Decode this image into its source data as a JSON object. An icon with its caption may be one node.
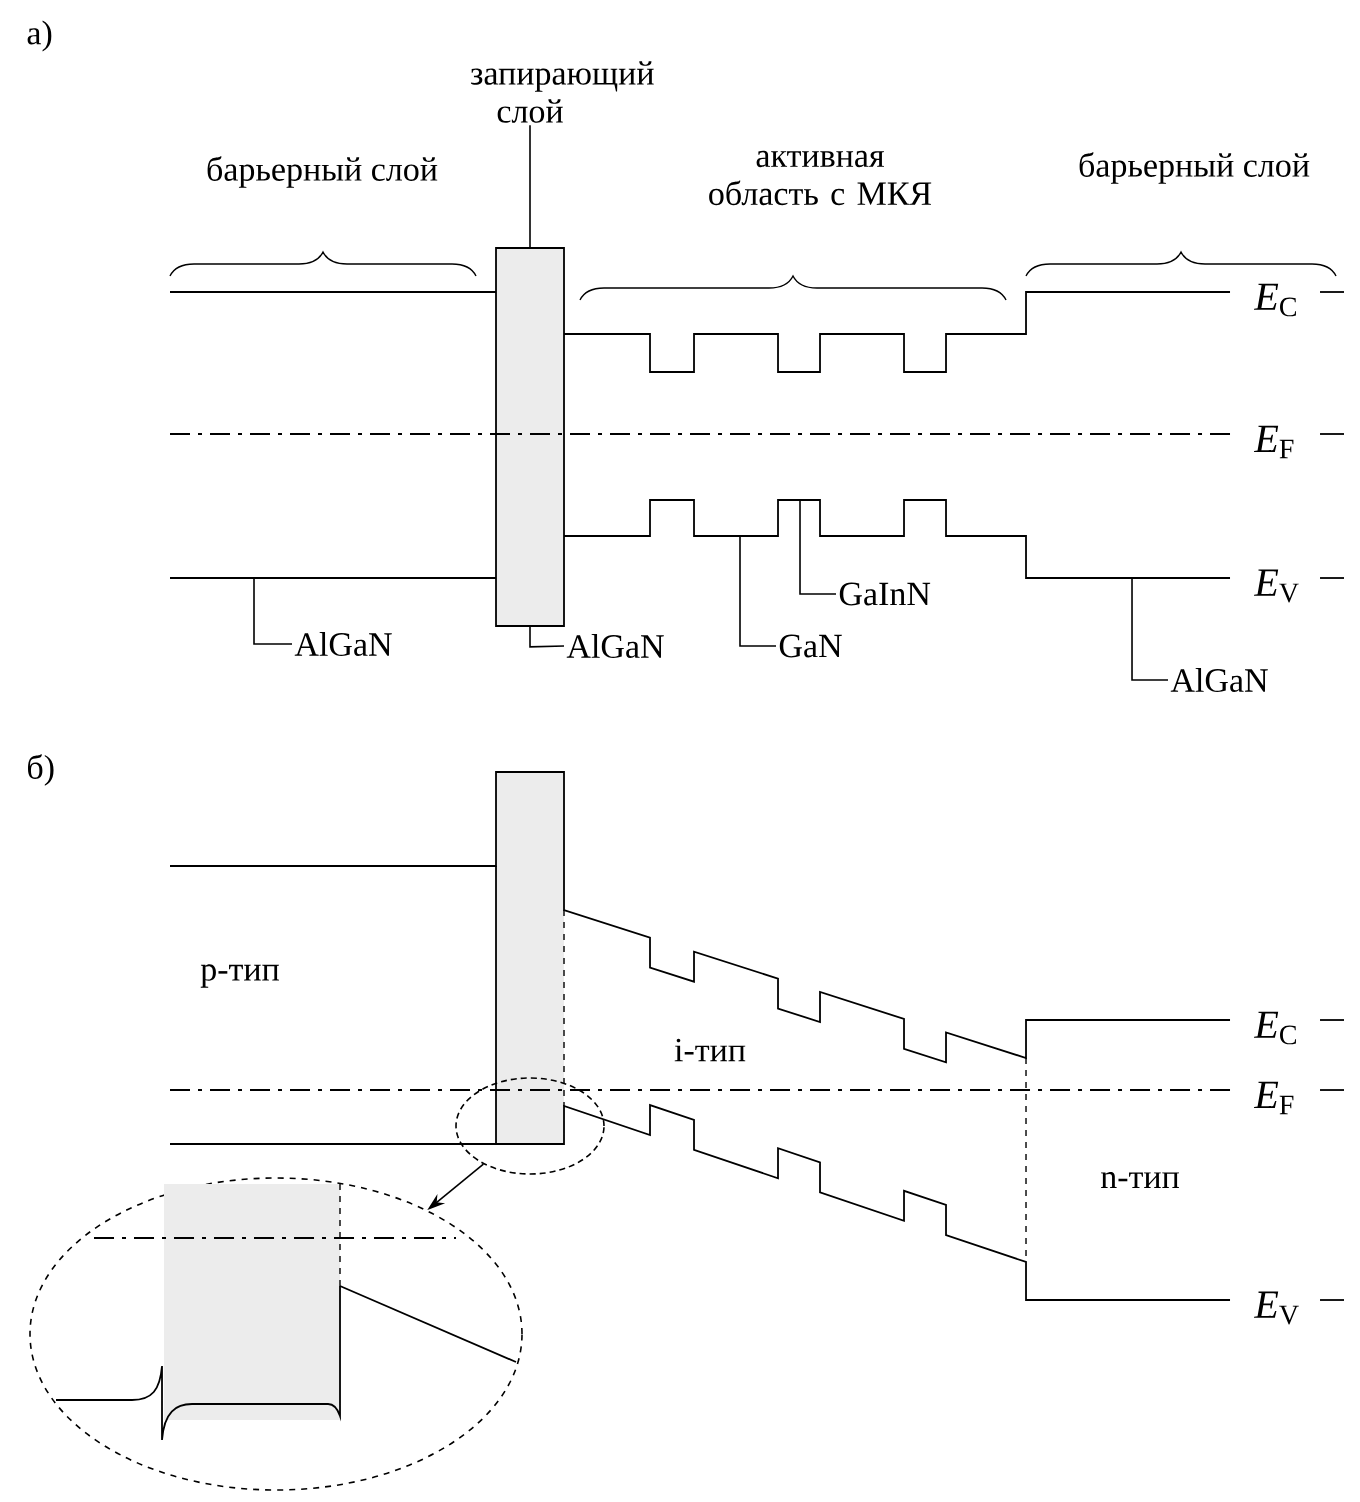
{
  "diagram": {
    "nodes": [
      {
        "text": [
          "запирающий слой"
        ]
      },
      {
        "text": [
          "AlGaN"
        ]
      },
      {
        "text": [
          "AlGaN"
        ]
      },
      {
        "text": [
          "GaInN"
        ]
      },
      {
        "text": [
          "GaN"
        ]
      },
      {
        "text": [
          "AlGaN"
        ]
      },
      {
        "text": [],
        "shape": "ellipse"
      },
      {
        "text": [],
        "shape": "ellipse"
      },
      {
        "text": [],
        "shape": "box"
      }
    ],
    "edges": [
      {
        "from": 0,
        "to": 8,
        "arrow": "none"
      },
      {
        "from": 1,
        "to": null,
        "arrow": "none"
      },
      {
        "from": 2,
        "to": 8,
        "arrow": "none"
      },
      {
        "from": 3,
        "to": null,
        "arrow": "none"
      },
      {
        "from": 4,
        "to": null,
        "arrow": "none"
      },
      {
        "from": 5,
        "to": null,
        "arrow": "none"
      },
      {
        "from": 6,
        "to": 7,
        "arrow": "to"
      }
    ],
    "labels": [
      "а)",
      "барьерный слой",
      "активная область с МКЯ",
      "барьерный слой",
      "*E*$_{C}$",
      "*E*$_{F}$",
      "*E*$_{V}$",
      "б)",
      "p-тип",
      "i-тип",
      "n-тип",
      "*E*$_{C}$",
      "*E*$_{F}$",
      "*E*$_{V}$"
    ]
  }
}
